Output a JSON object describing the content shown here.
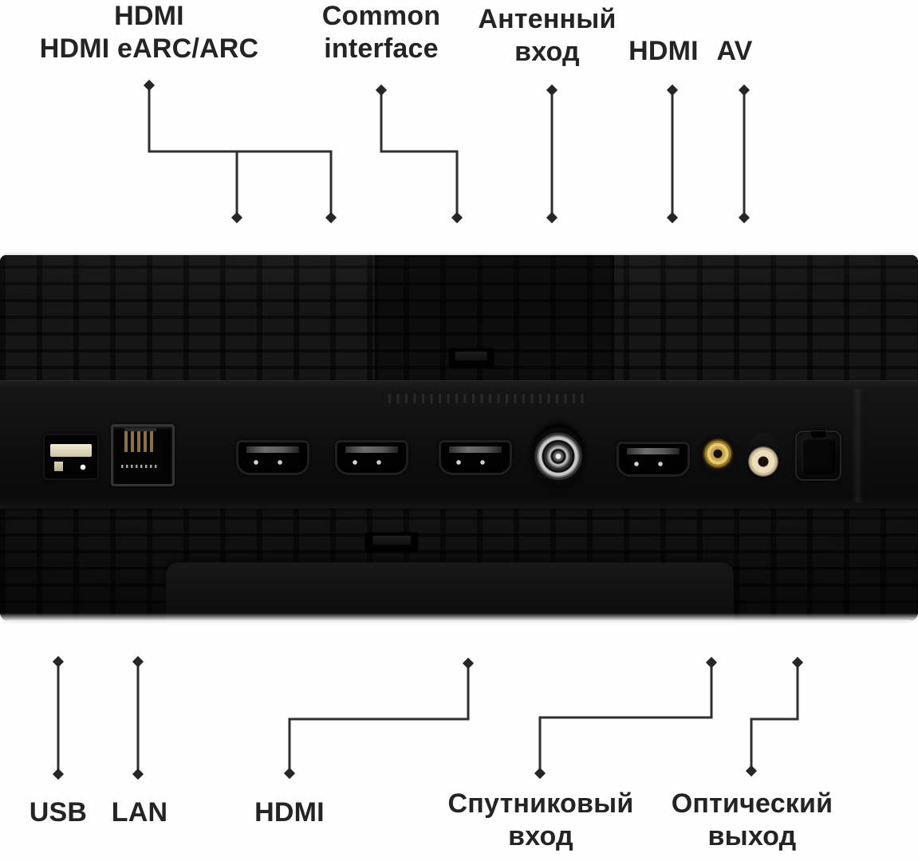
{
  "labels": {
    "top": [
      {
        "id": "hdmi-earc",
        "lines": [
          "HDMI",
          "HDMI eARC/ARC"
        ]
      },
      {
        "id": "common-interface",
        "lines": [
          "Common",
          "interface"
        ]
      },
      {
        "id": "antenna-in",
        "lines": [
          "Антенный",
          "вход"
        ]
      },
      {
        "id": "hdmi-top",
        "lines": [
          "HDMI"
        ]
      },
      {
        "id": "av",
        "lines": [
          "AV"
        ]
      }
    ],
    "bottom": [
      {
        "id": "usb",
        "lines": [
          "USB"
        ]
      },
      {
        "id": "lan",
        "lines": [
          "LAN"
        ]
      },
      {
        "id": "hdmi-bottom",
        "lines": [
          "HDMI"
        ]
      },
      {
        "id": "satellite-in",
        "lines": [
          "Спутниковый",
          "вход"
        ]
      },
      {
        "id": "optical-out",
        "lines": [
          "Оптический",
          "выход"
        ]
      }
    ]
  },
  "ports": [
    {
      "icon": "usb-a-port-icon"
    },
    {
      "icon": "ethernet-lan-port-icon"
    },
    {
      "icon": "hdmi-port-icon"
    },
    {
      "icon": "hdmi-earc-port-icon"
    },
    {
      "icon": "hdmi-port-icon"
    },
    {
      "icon": "antenna-coax-port-icon"
    },
    {
      "icon": "hdmi-port-icon"
    },
    {
      "icon": "satellite-f-connector-icon"
    },
    {
      "icon": "av-minijack-port-icon"
    },
    {
      "icon": "optical-audio-out-port-icon"
    }
  ],
  "colors": {
    "page_background": "#fefefe",
    "label_text": "#242424",
    "callout_line": "#2f2f2f",
    "callout_diamond": "#262626",
    "panel_black": "#101010",
    "antenna_metal": "#c9c9c9",
    "satellite_brass": "#e8ca74",
    "av_face_cream": "#ecdcba",
    "usb_tongue_cream": "#f0e9d4"
  }
}
